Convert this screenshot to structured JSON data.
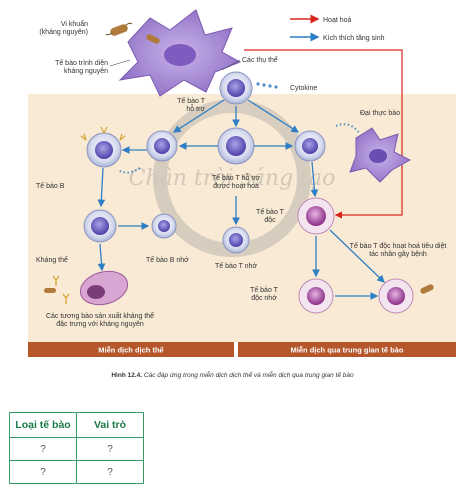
{
  "legend": {
    "activate": "Hoạt hoá",
    "stimulate": "Kích thích tăng sinh",
    "activate_color": "#d9261c",
    "stimulate_color": "#2f7fc4"
  },
  "labels": {
    "bacteria": "Vi khuẩn\n(kháng nguyên)",
    "apc": "Tế bào trình diện\nkháng nguyên",
    "receptors": "Các thụ thể",
    "cytokine": "Cytokine",
    "helper_t": "Tế bào T\nhỗ trợ",
    "macrophage": "Đại thực bào",
    "b_cell": "Tế bào B",
    "activated_helper": "Tế bào T hỗ trợ\nđược hoạt hoá",
    "cytotoxic_t": "Tế bào T\nđộc",
    "memory_b": "Tế bào B nhớ",
    "memory_t": "Tế bào T nhớ",
    "antibody": "Kháng thể",
    "activated_cytotoxic": "Tế bào T độc hoạt hoá tiêu diệt\ntác nhân gây bệnh",
    "memory_cytotoxic": "Tế bào T\nđộc nhớ",
    "plasma": "Các tương bào sản xuất kháng thể\nđặc trưng với kháng nguyên",
    "watermark": "Chân trời sáng tạo"
  },
  "bars": {
    "humoral": "Miễn dịch dịch thể",
    "cellular": "Miễn dịch qua trung gian tế bào"
  },
  "caption": {
    "number": "Hình 12.4.",
    "text": "Các đáp ứng trong miễn dịch dịch thể và miễn dịch qua trung gian tế bào"
  },
  "table": {
    "headers": [
      "Loại tế bào",
      "Vai trò"
    ],
    "rows": [
      [
        "?",
        "?"
      ],
      [
        "?",
        "?"
      ]
    ]
  },
  "colors": {
    "panel": "#f8ead4",
    "bar": "#b5562b",
    "table_border": "#3a9a66",
    "header_text": "#1a7a48"
  }
}
